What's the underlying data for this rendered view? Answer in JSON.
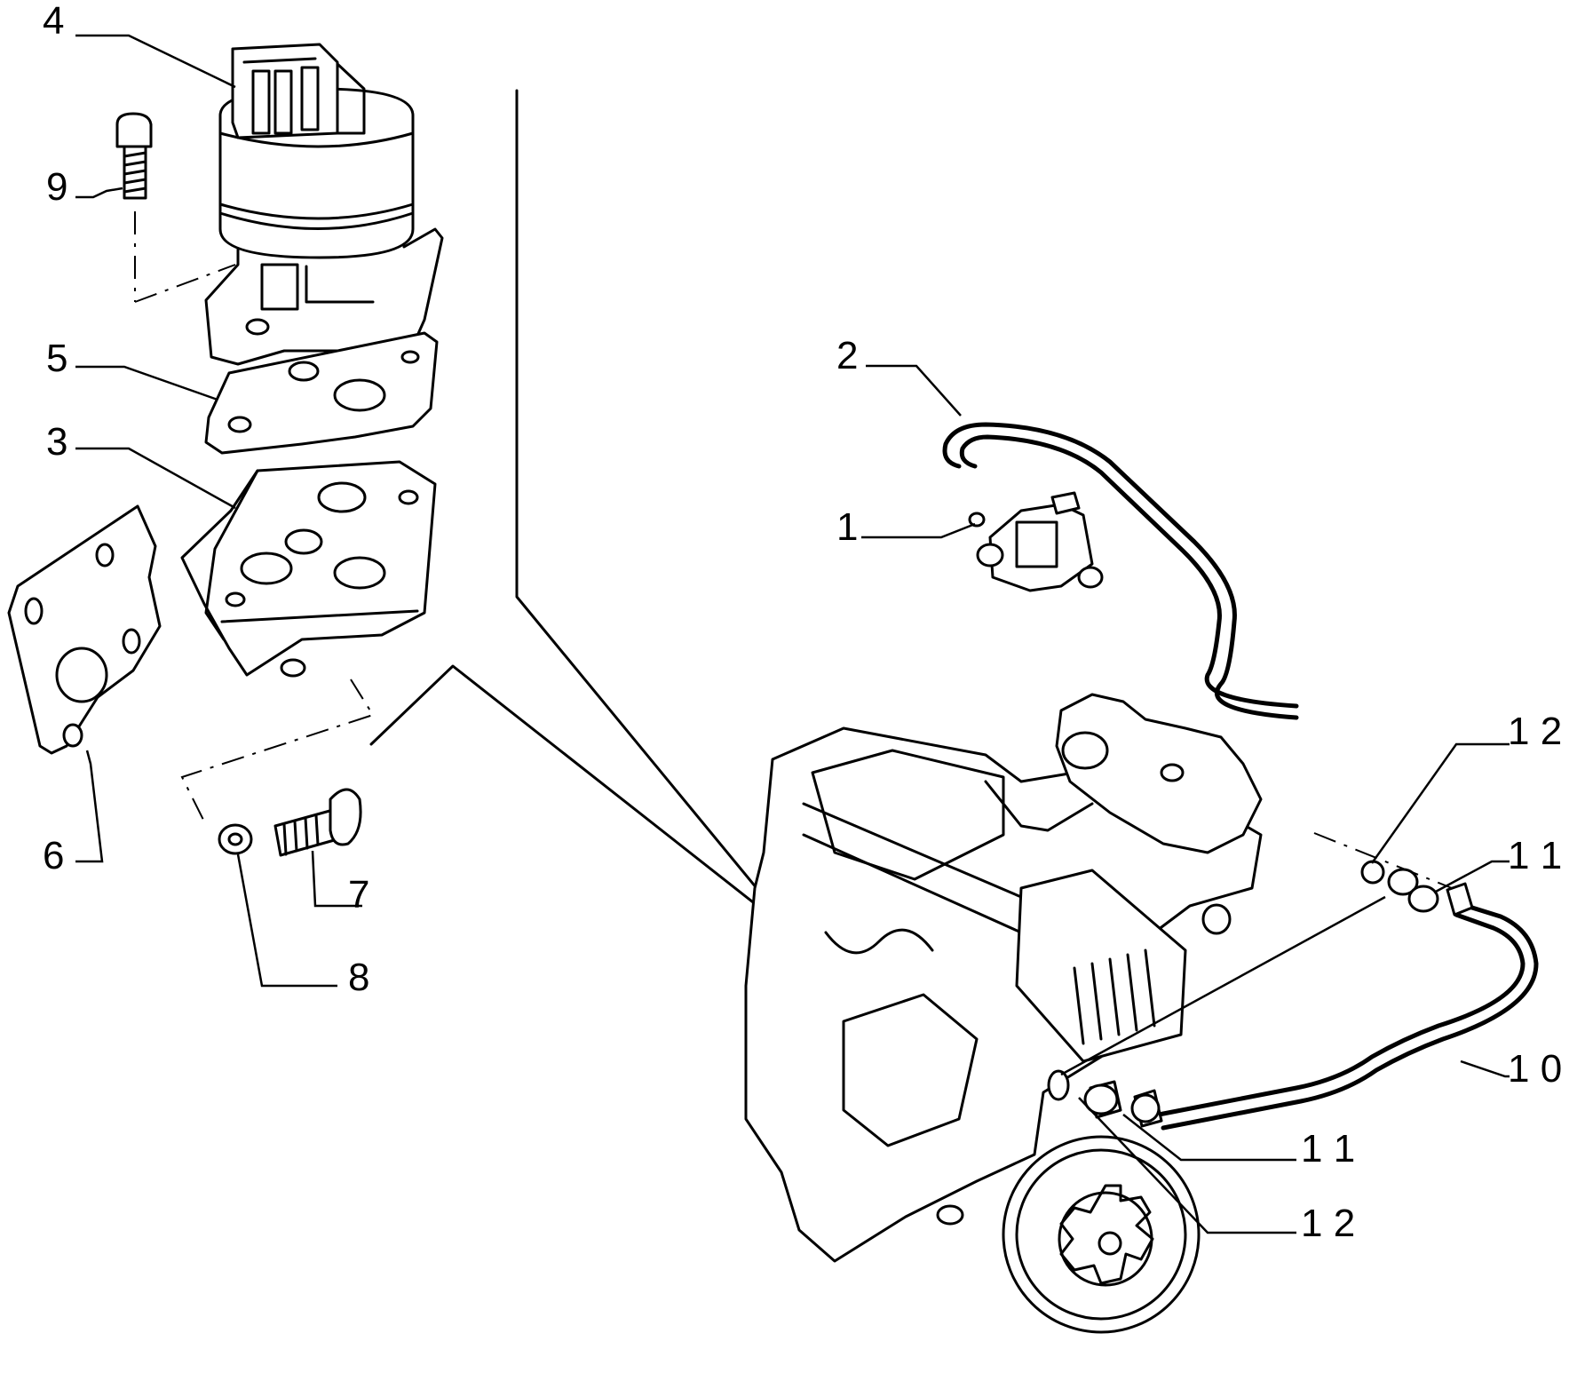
{
  "callouts": [
    {
      "id": "c1",
      "label": "1"
    },
    {
      "id": "c2",
      "label": "2"
    },
    {
      "id": "c3",
      "label": "3"
    },
    {
      "id": "c4",
      "label": "4"
    },
    {
      "id": "c5",
      "label": "5"
    },
    {
      "id": "c6",
      "label": "6"
    },
    {
      "id": "c7",
      "label": "7"
    },
    {
      "id": "c8",
      "label": "8"
    },
    {
      "id": "c9",
      "label": "9"
    },
    {
      "id": "c10",
      "label": "1 0"
    },
    {
      "id": "c11a",
      "label": "1 1"
    },
    {
      "id": "c11b",
      "label": "1 1"
    },
    {
      "id": "c12a",
      "label": "1 2"
    },
    {
      "id": "c12b",
      "label": "1 2"
    }
  ]
}
